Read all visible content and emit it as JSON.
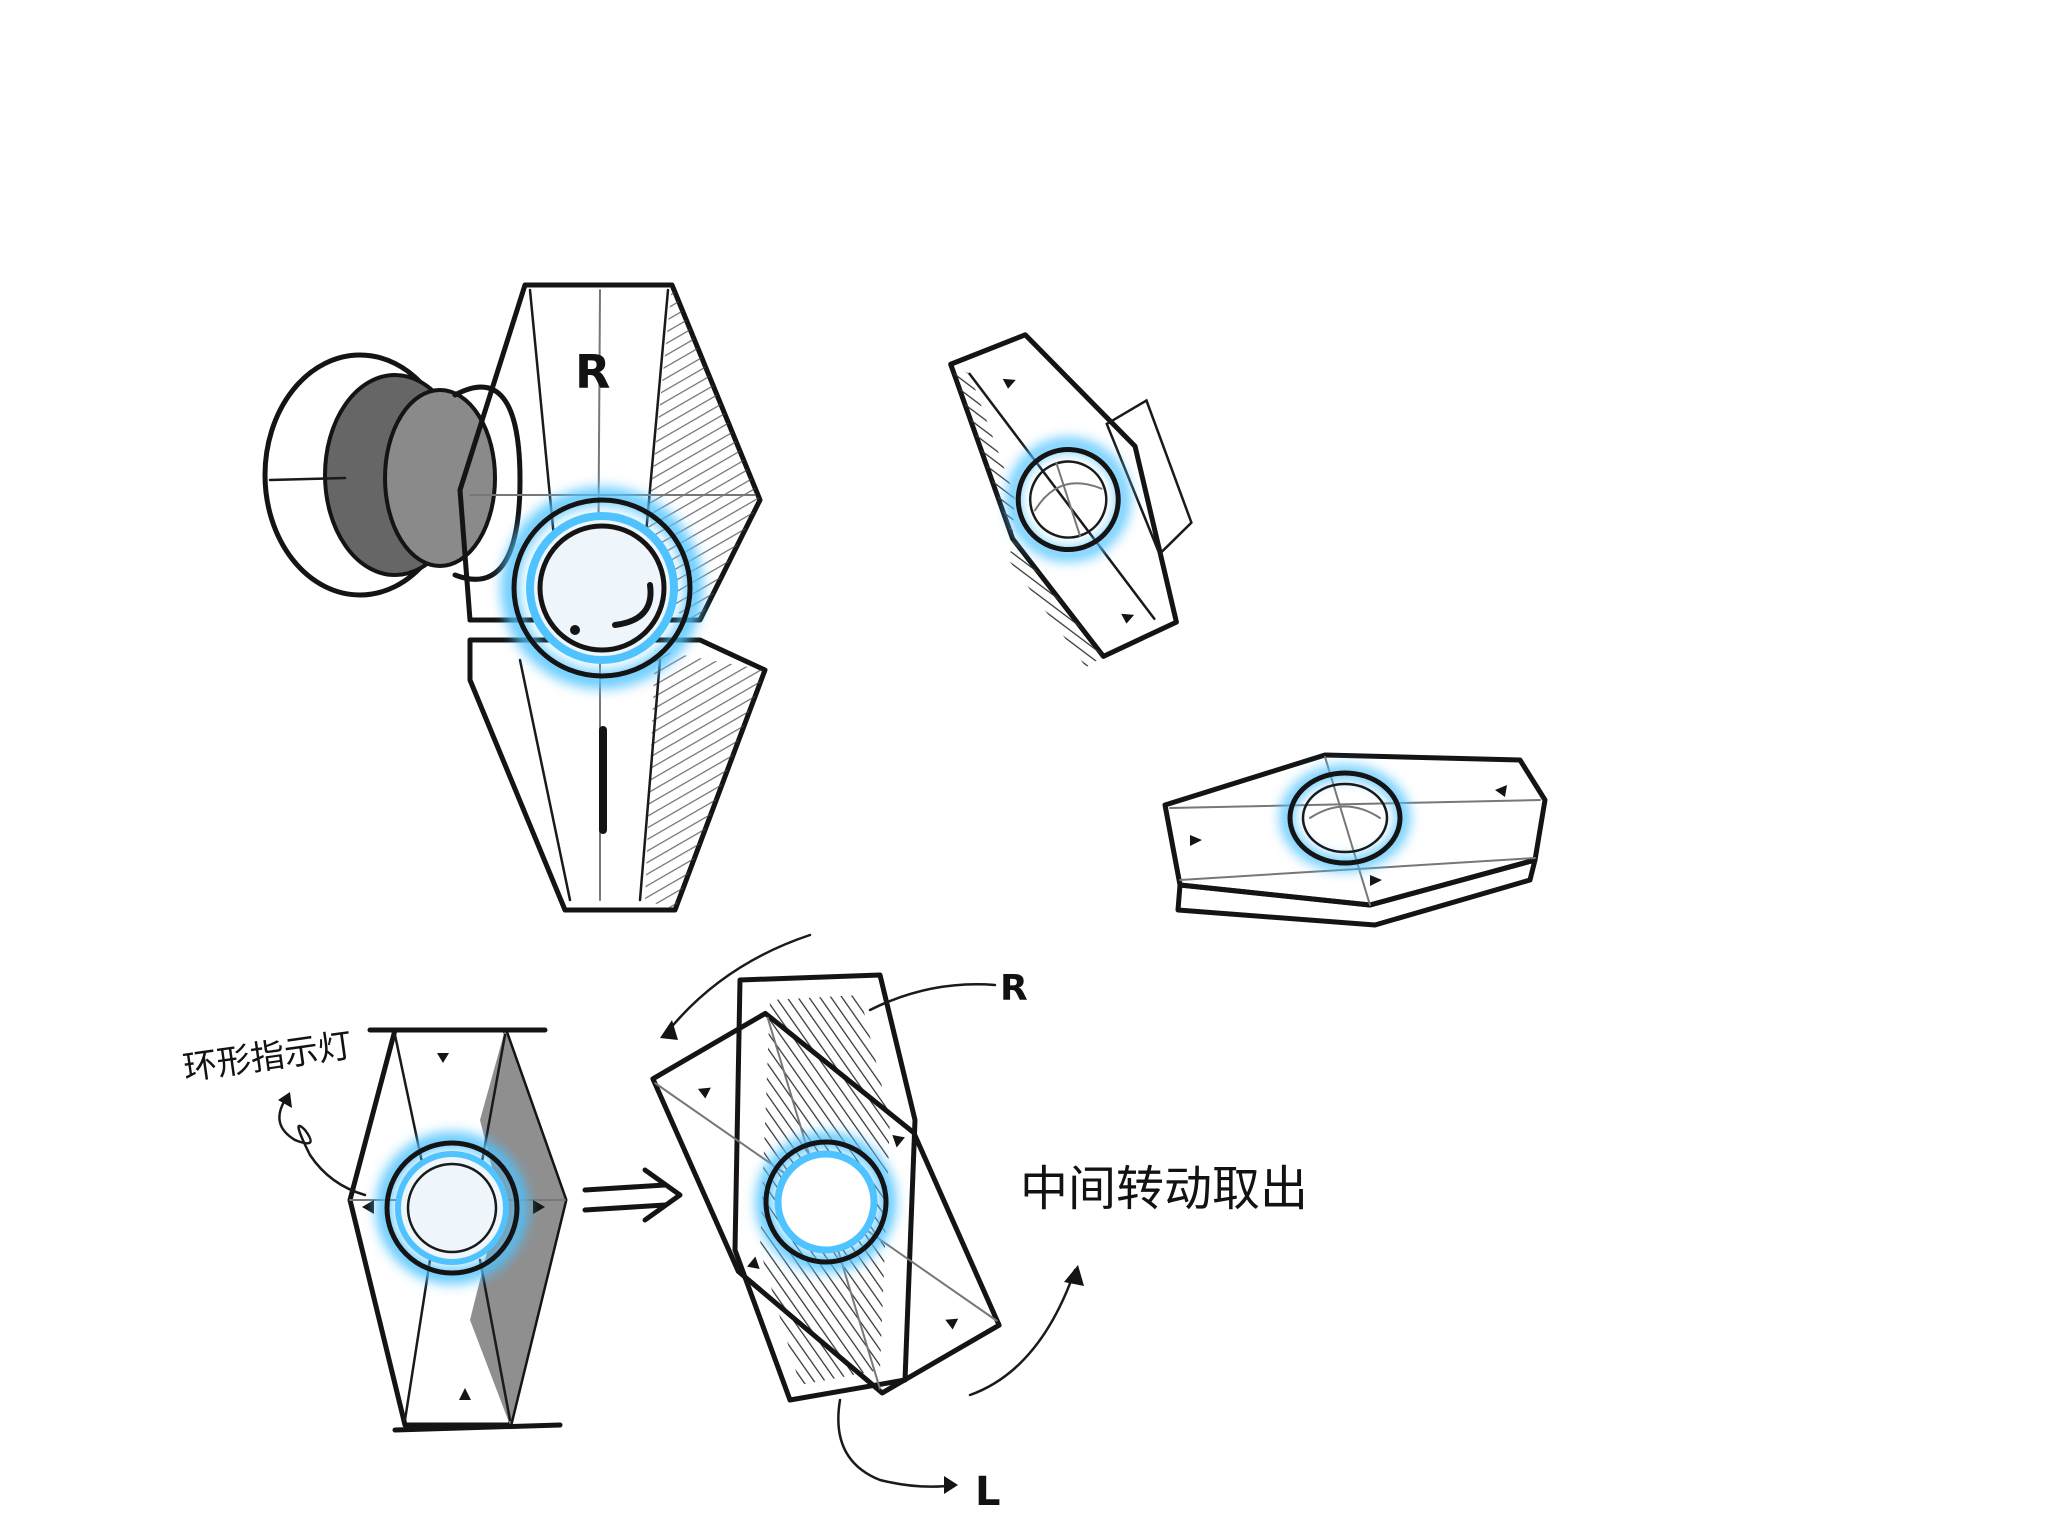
{
  "canvas": {
    "background": "#ffffff",
    "ink_color": "#141414",
    "accent_glow": "#4fc3ff"
  },
  "sketch_main": {
    "face_letter": "R"
  },
  "annotations": {
    "ring_light": "环形指示灯",
    "middle_rotation": "中间转动取出",
    "label_right": "R",
    "label_left": "L"
  }
}
